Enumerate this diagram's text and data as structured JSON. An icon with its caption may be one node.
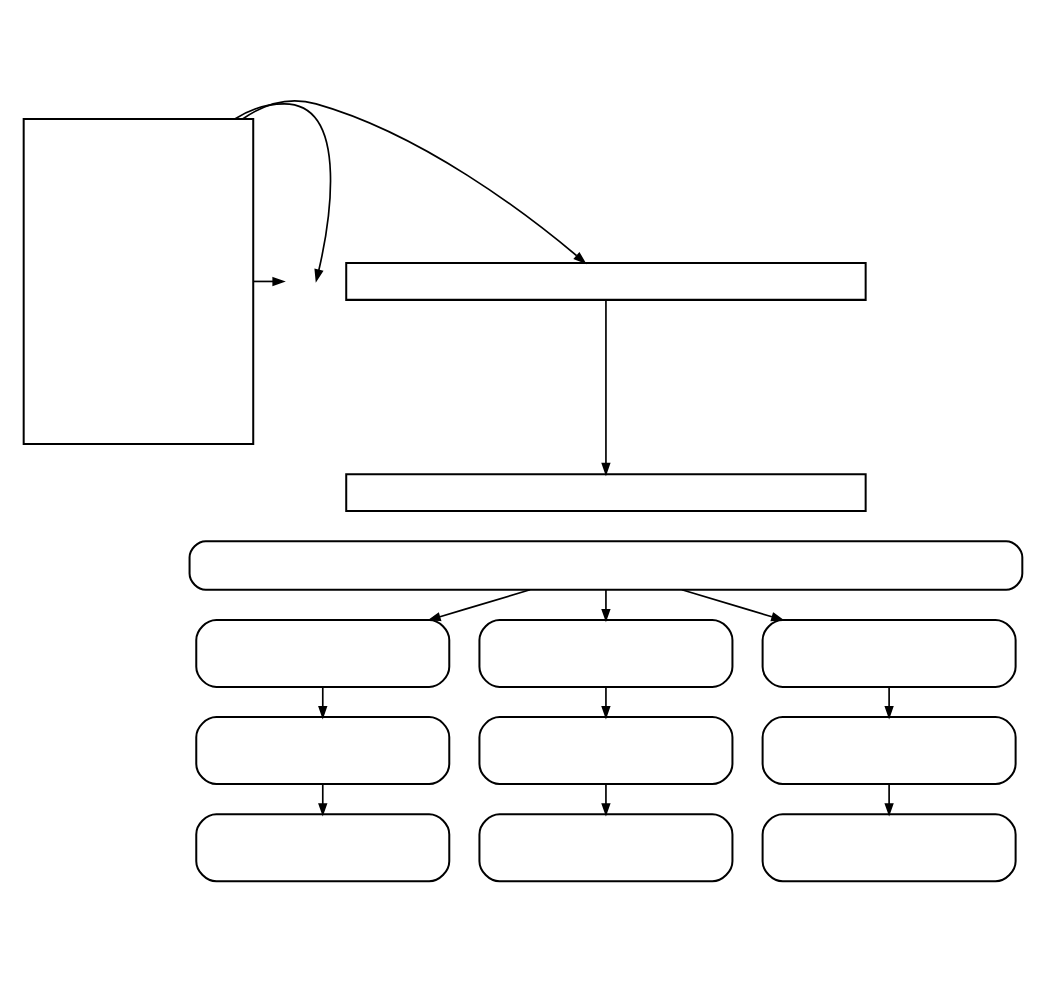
{
  "diagram": {
    "nodes": [
      {
        "text": [],
        "shape": "box"
      },
      {
        "text": [],
        "shape": "box"
      },
      {
        "text": [],
        "shape": "box"
      },
      {
        "text": [],
        "shape": "box"
      },
      {
        "text": [],
        "shape": "box"
      },
      {
        "text": [],
        "shape": "box"
      },
      {
        "text": [],
        "shape": "box"
      },
      {
        "text": [],
        "shape": "box"
      },
      {
        "text": [],
        "shape": "box"
      },
      {
        "text": [],
        "shape": "box"
      },
      {
        "text": [],
        "shape": "box"
      },
      {
        "text": [],
        "shape": "box"
      },
      {
        "text": [],
        "shape": "box"
      }
    ],
    "edges": [
      {
        "from": 0,
        "to": null,
        "arrow": "to"
      },
      {
        "from": 0,
        "to": null,
        "arrow": "to"
      },
      {
        "from": 0,
        "to": 1,
        "arrow": "to"
      },
      {
        "from": 1,
        "to": 2,
        "arrow": "to"
      },
      {
        "from": 3,
        "to": 4,
        "arrow": "to"
      },
      {
        "from": 3,
        "to": 5,
        "arrow": "to"
      },
      {
        "from": 3,
        "to": 6,
        "arrow": "to"
      },
      {
        "from": 4,
        "to": 7,
        "arrow": "to"
      },
      {
        "from": 5,
        "to": 8,
        "arrow": "to"
      },
      {
        "from": 6,
        "to": 9,
        "arrow": "to"
      },
      {
        "from": 7,
        "to": 10,
        "arrow": "to"
      },
      {
        "from": 8,
        "to": 11,
        "arrow": "to"
      },
      {
        "from": 9,
        "to": 12,
        "arrow": "to"
      }
    ]
  }
}
